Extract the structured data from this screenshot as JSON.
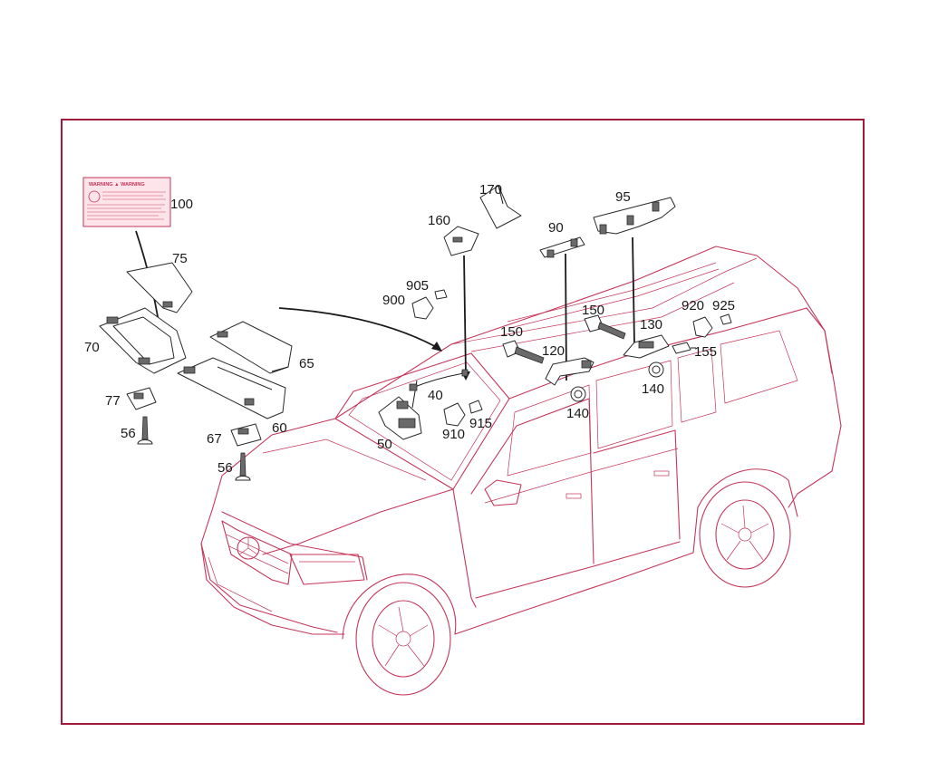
{
  "diagram": {
    "warning_label": {
      "title": "WARNING ▲ WARNING"
    },
    "callouts": [
      {
        "id": "c100",
        "text": "100"
      },
      {
        "id": "c75",
        "text": "75"
      },
      {
        "id": "c70",
        "text": "70"
      },
      {
        "id": "c65",
        "text": "65"
      },
      {
        "id": "c77",
        "text": "77"
      },
      {
        "id": "c56a",
        "text": "56"
      },
      {
        "id": "c67",
        "text": "67"
      },
      {
        "id": "c56b",
        "text": "56"
      },
      {
        "id": "c60",
        "text": "60"
      },
      {
        "id": "c160",
        "text": "160"
      },
      {
        "id": "c170",
        "text": "170"
      },
      {
        "id": "c905",
        "text": "905"
      },
      {
        "id": "c900",
        "text": "900"
      },
      {
        "id": "c40",
        "text": "40"
      },
      {
        "id": "c910",
        "text": "910"
      },
      {
        "id": "c915",
        "text": "915"
      },
      {
        "id": "c50",
        "text": "50"
      },
      {
        "id": "c90",
        "text": "90"
      },
      {
        "id": "c95",
        "text": "95"
      },
      {
        "id": "c150a",
        "text": "150"
      },
      {
        "id": "c150b",
        "text": "150"
      },
      {
        "id": "c120",
        "text": "120"
      },
      {
        "id": "c140a",
        "text": "140"
      },
      {
        "id": "c130",
        "text": "130"
      },
      {
        "id": "c920",
        "text": "920"
      },
      {
        "id": "c925",
        "text": "925"
      },
      {
        "id": "c155",
        "text": "155"
      },
      {
        "id": "c140b",
        "text": "140"
      }
    ]
  },
  "colors": {
    "frame": "#a01a3a",
    "vehicle_line": "#c4365a",
    "part_line": "#2a2a2a",
    "text": "#1a1a1a"
  }
}
